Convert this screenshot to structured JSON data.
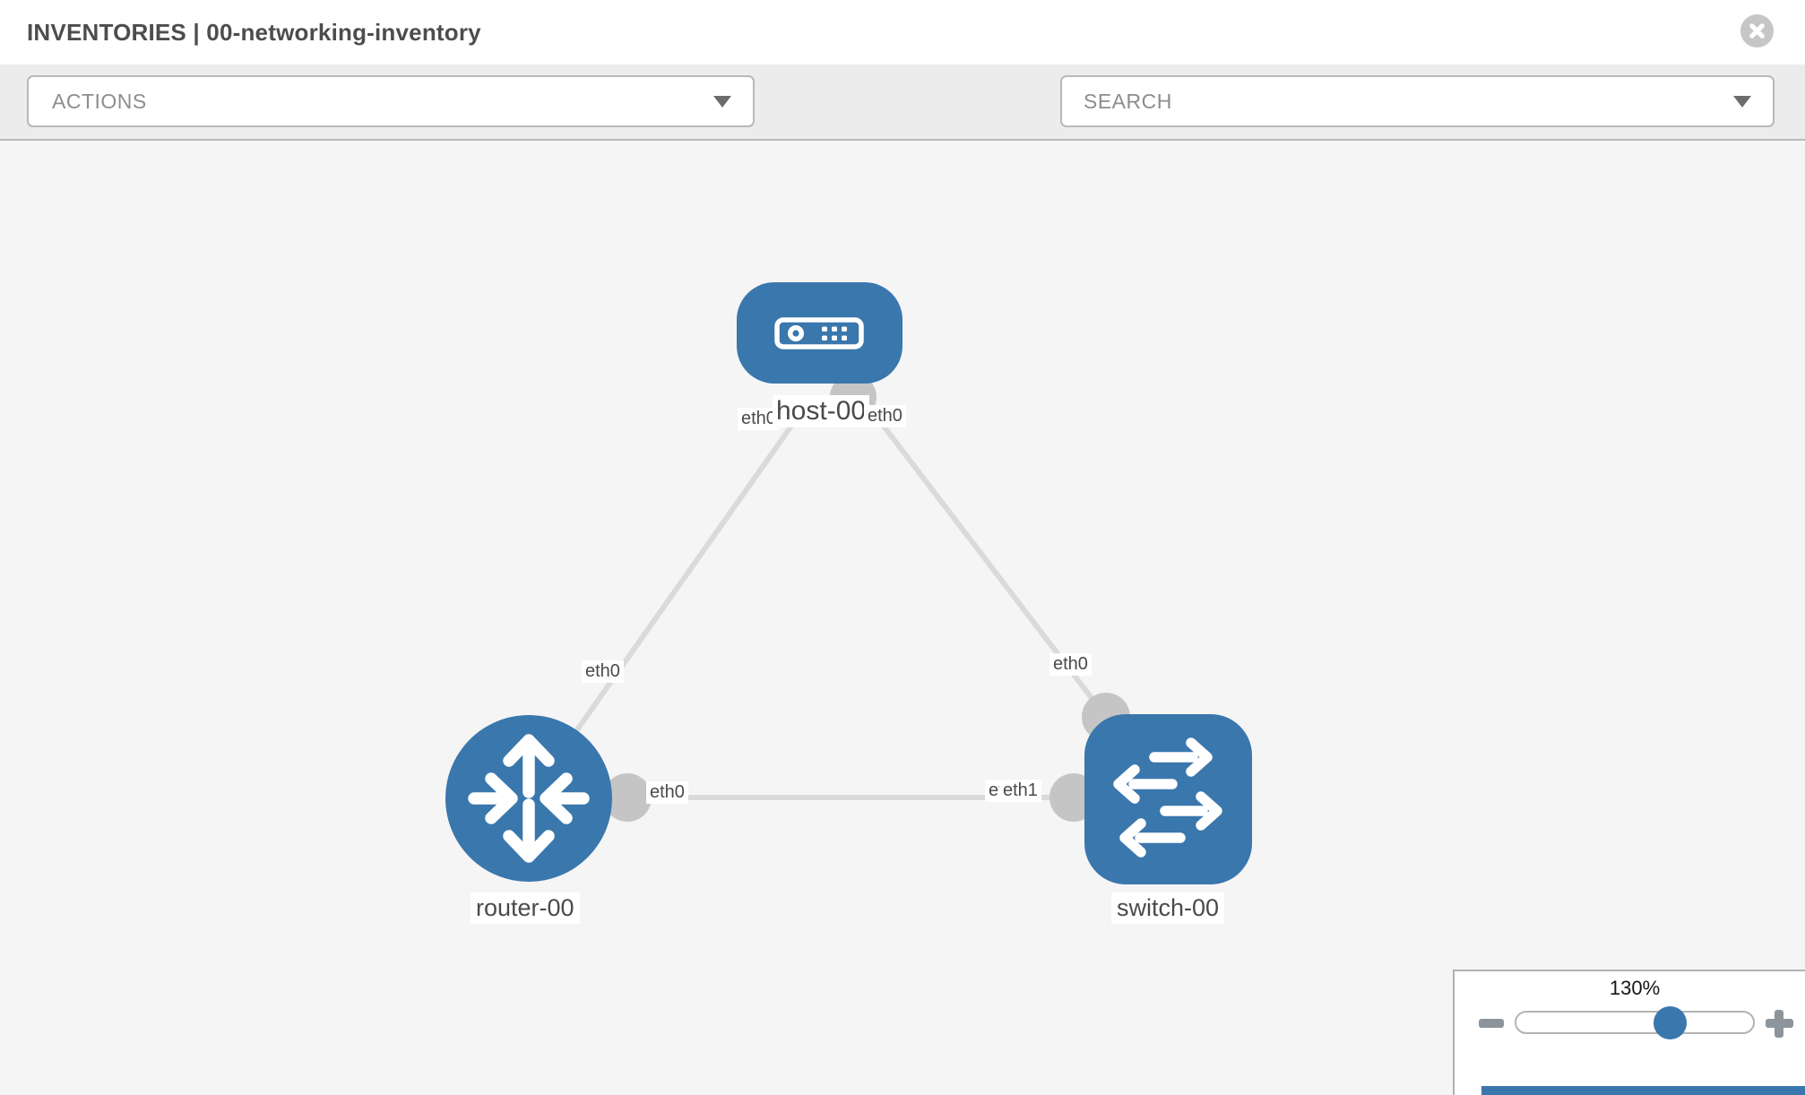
{
  "header": {
    "title": "INVENTORIES | 00-networking-inventory"
  },
  "toolbar": {
    "actions_dropdown": {
      "label": "ACTIONS"
    },
    "search": {
      "placeholder": "SEARCH"
    },
    "icons": [
      "wrench-icon",
      "key-icon"
    ]
  },
  "topology": {
    "nodes": [
      {
        "id": "host-00",
        "type": "host",
        "label": "host-00"
      },
      {
        "id": "router-00",
        "type": "router",
        "label": "router-00"
      },
      {
        "id": "switch-00",
        "type": "switch",
        "label": "switch-00"
      }
    ],
    "links": [
      {
        "source": "router-00",
        "source_interface": "eth0",
        "target": "host-00",
        "target_interface": "eth0"
      },
      {
        "source": "host-00",
        "source_interface": "eth0",
        "target": "switch-00",
        "target_interface": "eth0"
      },
      {
        "source": "router-00",
        "source_interface": "eth0",
        "target": "switch-00",
        "target_interface": "eth1",
        "overlapped_interface": "eth0"
      }
    ]
  },
  "zoom_control": {
    "level": "130%"
  },
  "colors": {
    "node_blue": "#3a77ad",
    "link_gray": "#dadada",
    "connector_gray": "#c5c5c5",
    "canvas_bg": "#f5f5f5",
    "toolbar_bg": "#ececec",
    "close_circle_gray": "#c6c6c6"
  }
}
